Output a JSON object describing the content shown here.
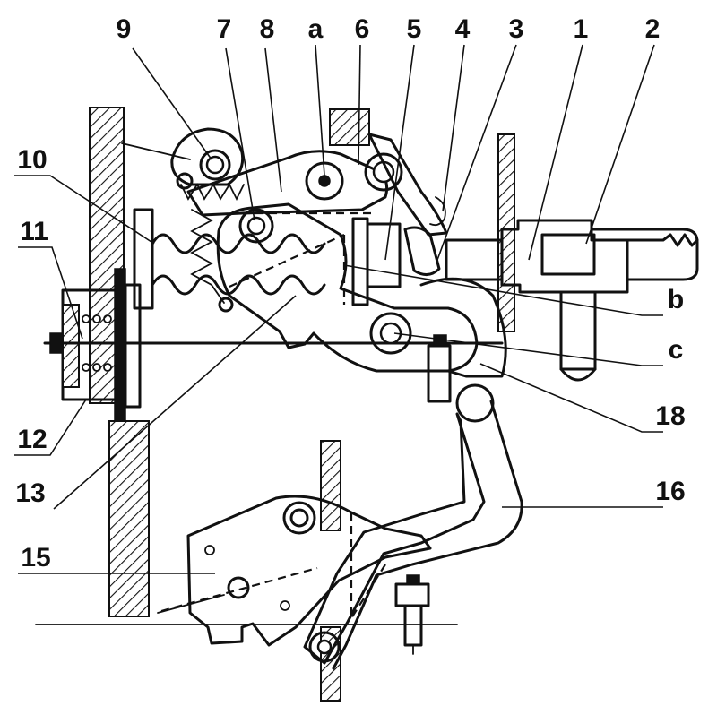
{
  "callouts": {
    "n9": "9",
    "n7": "7",
    "n8": "8",
    "na": "a",
    "n6": "6",
    "n5": "5",
    "n4": "4",
    "n3": "3",
    "n1": "1",
    "n2": "2",
    "n10": "10",
    "n11": "11",
    "n12": "12",
    "n13": "13",
    "nb": "b",
    "nc": "c",
    "n18": "18",
    "n16": "16",
    "n15": "15"
  },
  "colors": {
    "ink": "#111111",
    "paper": "#ffffff"
  }
}
